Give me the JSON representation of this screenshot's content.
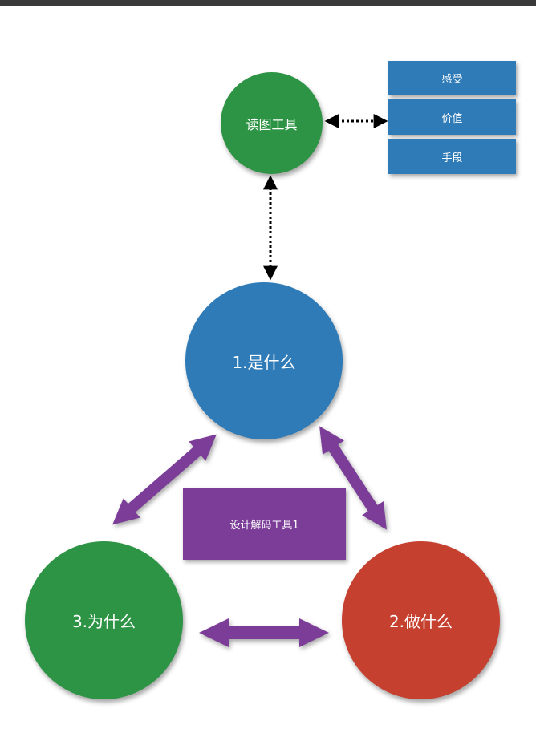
{
  "diagram": {
    "nodes": {
      "tool": {
        "label": "读图工具",
        "color": "#2e9445"
      },
      "what": {
        "label": "1.是什么",
        "color": "#2e7bb8"
      },
      "how": {
        "label": "2.做什么",
        "color": "#c6402f"
      },
      "why": {
        "label": "3.为什么",
        "color": "#2e9445"
      }
    },
    "list": {
      "items": [
        "感受",
        "价值",
        "手段"
      ],
      "color": "#2e7bb8"
    },
    "center_box": {
      "label": "设计解码工具1",
      "color": "#7b3d98"
    },
    "colors": {
      "dotted_arrow": "#000000",
      "purple_arrow": "#7b3d98"
    }
  }
}
